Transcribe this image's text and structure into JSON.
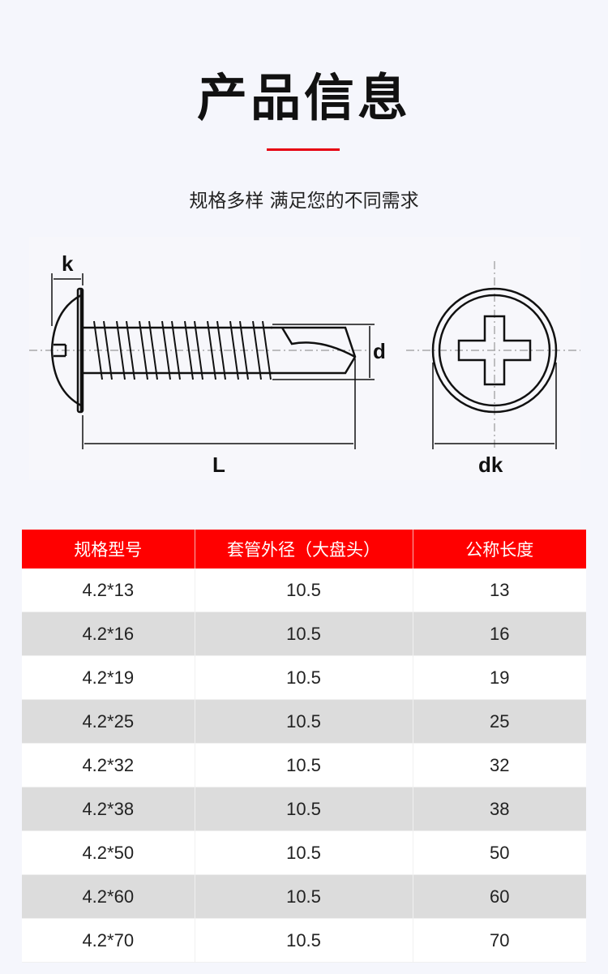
{
  "header": {
    "title": "产品信息",
    "subtitle": "规格多样 满足您的不同需求"
  },
  "diagram": {
    "labels": {
      "k": "k",
      "d": "d",
      "L": "L",
      "dk": "dk"
    }
  },
  "table": {
    "headers": [
      "规格型号",
      "套管外径（大盘头）",
      "公称长度"
    ],
    "rows": [
      [
        "4.2*13",
        "10.5",
        "13"
      ],
      [
        "4.2*16",
        "10.5",
        "16"
      ],
      [
        "4.2*19",
        "10.5",
        "19"
      ],
      [
        "4.2*25",
        "10.5",
        "25"
      ],
      [
        "4.2*32",
        "10.5",
        "32"
      ],
      [
        "4.2*38",
        "10.5",
        "38"
      ],
      [
        "4.2*50",
        "10.5",
        "50"
      ],
      [
        "4.2*60",
        "10.5",
        "60"
      ],
      [
        "4.2*70",
        "10.5",
        "70"
      ]
    ]
  },
  "colors": {
    "accent": "#ff0000",
    "row_alt": "#dcdcdc"
  }
}
